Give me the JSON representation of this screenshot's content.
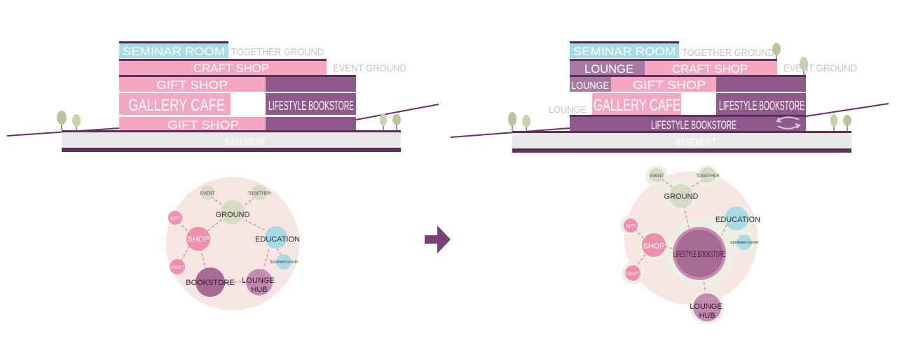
{
  "colors": {
    "pink": "#f3a7c0",
    "pink_light": "#f5bfd0",
    "purple": "#8e5a8c",
    "purple_dark": "#5a2f58",
    "purple_mid": "#a57aa3",
    "blue": "#a8dbe4",
    "gray_text": "#c4c4c4",
    "basement": "#e8e8e8",
    "bubble_bg": "#f6e5e1",
    "ground_green": "#d6dcc3",
    "tree": "#b9c49a",
    "arrow": "#7b3f7a"
  },
  "before": {
    "section": {
      "seminar_room": "SEMINAR ROOM",
      "together_ground": "TOGETHER GROUND",
      "craft_shop": "CRAFT SHOP",
      "event_ground": "EVENT GROUND",
      "gift_shop_top": "GIFT SHOP",
      "gallery_cafe": "GALLERY CAFE",
      "lifestyle_bookstore": "LIFESTYLE BOOKSTORE",
      "gift_shop_bottom": "GIFT SHOP",
      "basement": "BASEMENT"
    },
    "bubbles": {
      "event": "EVENT",
      "together": "TOGETHER",
      "ground": "GROUND",
      "gift": "GIFT",
      "shop": "SHOP",
      "education": "EDUCATION",
      "seminar_room": "SEMINAR ROOM",
      "craft": "CRAFT",
      "bookstore": "BOOKSTORE",
      "lounge_hub": "LOUNGE HUB"
    }
  },
  "after": {
    "section": {
      "seminar_room": "SEMINAR ROOM",
      "together_ground": "TOGETHER GROUND",
      "lounge_top": "LOUNGE",
      "craft_shop": "CRAFT SHOP",
      "event_ground": "EVENT GROUND",
      "lounge_mid": "LOUNGE",
      "gift_shop": "GIFT SHOP",
      "lounge_left": "LOUNGE",
      "gallery_cafe": "GALLERY CAFE",
      "lifestyle_bookstore_upper": "LIFESTYLE BOOKSTORE",
      "lifestyle_bookstore_lower": "LIFESTYLE BOOKSTORE",
      "basement": "BASEMENT"
    },
    "bubbles": {
      "event": "EVENT",
      "together": "TOGETHER",
      "ground": "GROUND",
      "education": "EDUCATION",
      "seminar_room": "SEMINAR ROOM",
      "gift": "GIFT",
      "shop": "SHOP",
      "lifestyle_bookstore": "LIFESTYLE BOOKSTORE",
      "craft": "CRAFT",
      "lounge_hub": "LOUNGE HUB"
    }
  }
}
